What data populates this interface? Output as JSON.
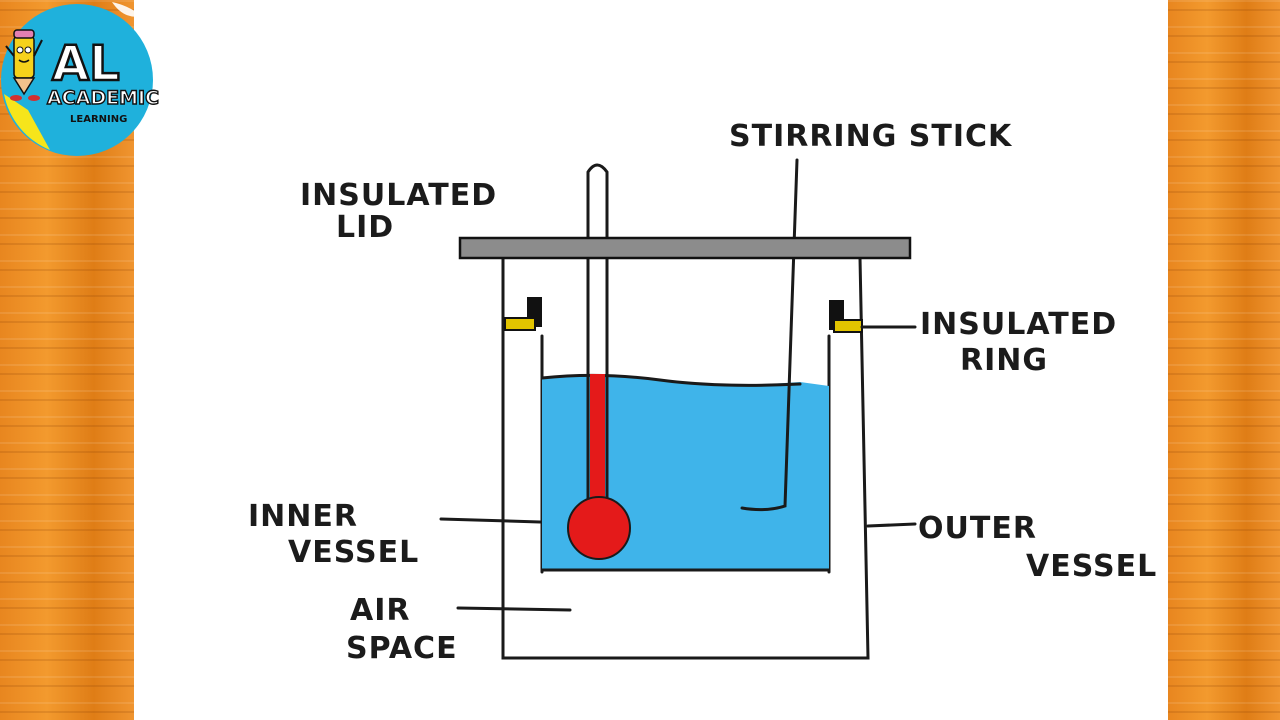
{
  "logo": {
    "initials": "AL",
    "name": "ACADEMIC",
    "tagline": "LEARNING",
    "colors": {
      "circle": "#1fb1dc",
      "accent": "#f6e51b"
    }
  },
  "labels": {
    "stirring_stick": "STIRRING STICK",
    "insulated_lid": [
      "INSULATED",
      "LID"
    ],
    "insulated_ring": [
      "INSULATED",
      "RING"
    ],
    "inner_vessel": [
      "INNER",
      "VESSEL"
    ],
    "outer_vessel": [
      "OUTER",
      "VESSEL"
    ],
    "air_space": [
      "AIR",
      "SPACE"
    ]
  },
  "colors": {
    "water": "#3fb4ea",
    "thermometer": "#e41a1a",
    "lid": "#8c8c8c",
    "ring": "#e2c400",
    "wood": "#ee9128"
  }
}
